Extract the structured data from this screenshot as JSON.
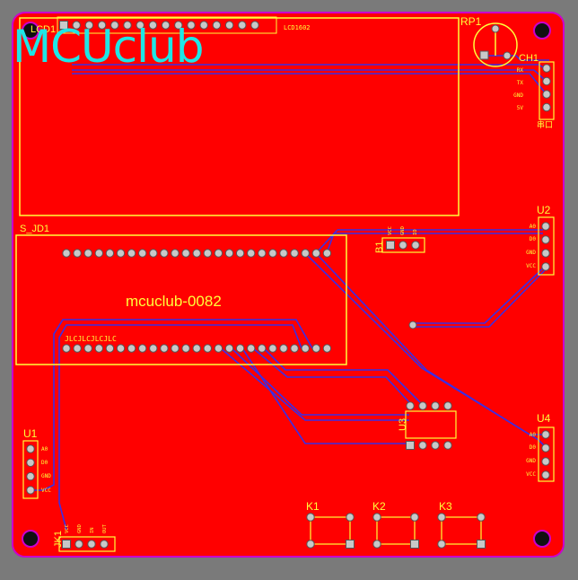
{
  "colors": {
    "background": "#7a7a7a",
    "board": "#ff0000",
    "board_edge": "#cc00cc",
    "silkscreen": "#ffff3a",
    "trace": "#3a2ee6",
    "pad": "#c8c8c8",
    "logo": "#1fe6e6"
  },
  "logo": "MCUclub",
  "board_text": "mcuclub-0082",
  "components": {
    "lcd": {
      "ref": "LCD1",
      "name": "LCD1602"
    },
    "rp": {
      "ref": "RP1"
    },
    "ch": {
      "ref": "CH1",
      "name": "串口",
      "pins": [
        "RX",
        "TX",
        "GND",
        "5V"
      ]
    },
    "mcu": {
      "ref": "S_JD1",
      "mark": "JLCJLCJLCJLC"
    },
    "b1": {
      "ref": "B1",
      "pins": [
        "VCC",
        "GND",
        "IO"
      ]
    },
    "u2": {
      "ref": "U2",
      "pins": [
        "A0",
        "D0",
        "GND",
        "VCC"
      ]
    },
    "u1": {
      "ref": "U1",
      "pins": [
        "A0",
        "D0",
        "GND",
        "VCC"
      ]
    },
    "u3": {
      "ref": "U3"
    },
    "u4": {
      "ref": "U4",
      "pins": [
        "A0",
        "D0",
        "GND",
        "VCC"
      ]
    },
    "jk1": {
      "ref": "JK1",
      "pins": [
        "VCC",
        "GND",
        "IN",
        "OUT"
      ]
    },
    "k1": {
      "ref": "K1"
    },
    "k2": {
      "ref": "K2"
    },
    "k3": {
      "ref": "K3"
    }
  }
}
